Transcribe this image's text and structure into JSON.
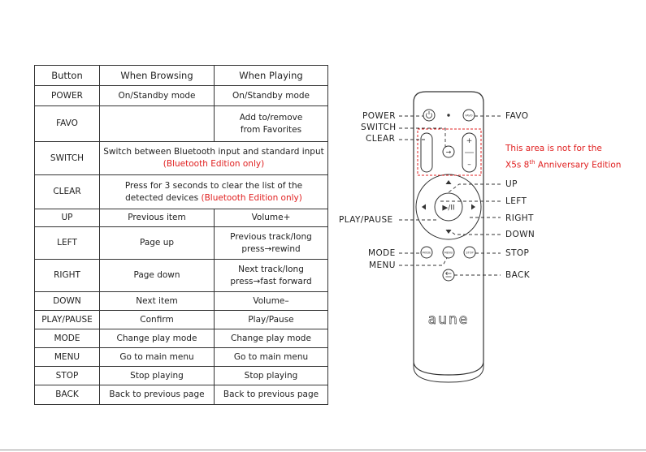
{
  "table": {
    "headers": [
      "Button",
      "When Browsing",
      "When Playing"
    ],
    "rows": [
      {
        "button": "POWER",
        "browsing": "On/Standby mode",
        "playing": "On/Standby mode"
      },
      {
        "button": "FAVO",
        "browsing": "",
        "playing": "Add to/remove from Favorites"
      },
      {
        "button": "SWITCH",
        "merged": "Switch between Bluetooth input and standard input",
        "merged_note": "(Bluetooth Edition only)"
      },
      {
        "button": "CLEAR",
        "merged": "Press for 3 seconds to clear the list of the detected devices",
        "merged_note": "(Bluetooth Edition only)"
      },
      {
        "button": "UP",
        "browsing": "Previous item",
        "playing": "Volume+"
      },
      {
        "button": "LEFT",
        "browsing": "Page up",
        "playing": "Previous track/long press→rewind"
      },
      {
        "button": "RIGHT",
        "browsing": "Page down",
        "playing": "Next track/long press→fast forward"
      },
      {
        "button": "DOWN",
        "browsing": "Next item",
        "playing": "Volume–"
      },
      {
        "button": "PLAY/PAUSE",
        "browsing": "Confirm",
        "playing": "Play/Pause"
      },
      {
        "button": "MODE",
        "browsing": "Change play mode",
        "playing": "Change play mode"
      },
      {
        "button": "MENU",
        "browsing": "Go to main menu",
        "playing": "Go to main menu"
      },
      {
        "button": "STOP",
        "browsing": "Stop playing",
        "playing": "Stop playing"
      },
      {
        "button": "BACK",
        "browsing": "Back to previous page",
        "playing": "Back to previous page"
      }
    ]
  },
  "remote": {
    "left_labels": {
      "power": "POWER",
      "switch": "SWITCH",
      "clear": "CLEAR",
      "play_pause": "PLAY/PAUSE",
      "mode": "MODE",
      "menu": "MENU"
    },
    "right_labels": {
      "favo": "FAVO",
      "up": "UP",
      "left": "LEFT",
      "right": "RIGHT",
      "down": "DOWN",
      "stop": "STOP",
      "back": "BACK"
    },
    "note_line1": "This area is not for the",
    "note_line2_prefix": "X5s 8",
    "note_line2_sup": "th",
    "note_line2_suffix": " Anniversary Edition",
    "brand": "aune",
    "key_text": {
      "favo": "FAVO",
      "mode": "MODE",
      "menu": "MENU",
      "stop": "STOP",
      "plus": "+",
      "minus": "–",
      "arrow": "→",
      "play": "▶/II"
    },
    "colors": {
      "accent_red": "#e02020",
      "line": "#333333"
    }
  }
}
